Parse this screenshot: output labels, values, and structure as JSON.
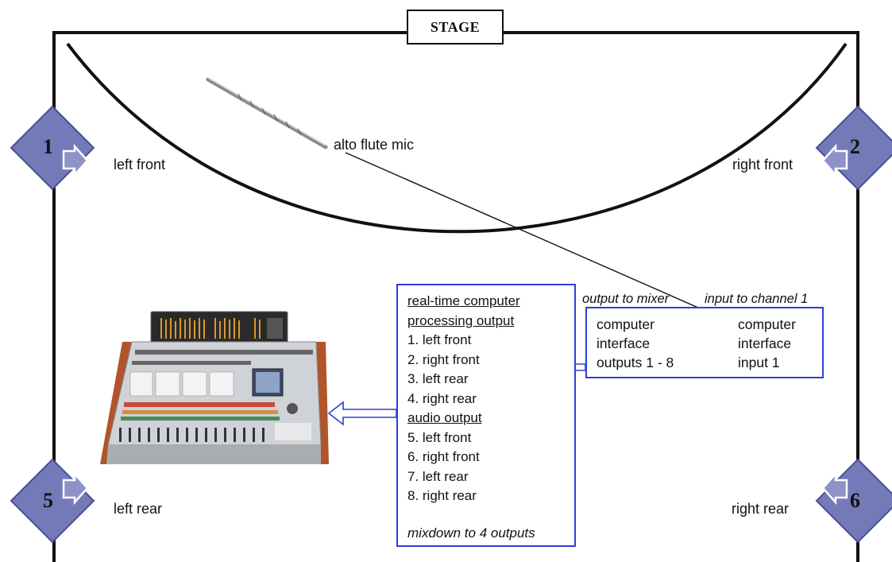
{
  "stage": {
    "label": "STAGE"
  },
  "speakers": [
    {
      "number": "1",
      "label": "left front"
    },
    {
      "number": "2",
      "label": "right front"
    },
    {
      "number": "5",
      "label": "left rear"
    },
    {
      "number": "6",
      "label": "right rear"
    }
  ],
  "mic": {
    "label": "alto flute mic"
  },
  "captions": {
    "output_to_mixer": "output to mixer",
    "input_to_channel": "input to channel 1"
  },
  "interface": {
    "left": [
      "computer",
      "interface",
      "outputs 1 - 8"
    ],
    "right": [
      "computer",
      "interface",
      "input 1"
    ]
  },
  "output_list": {
    "heading1": [
      "real-time computer",
      "processing output"
    ],
    "items1": [
      "1. left front",
      "2. right front",
      "3. left rear",
      "4. right rear"
    ],
    "heading2": "audio output",
    "items2": [
      "5. left front",
      "6. right front",
      "7. left rear",
      "8. right rear"
    ],
    "footer": "mixdown to 4 outputs"
  },
  "colors": {
    "speaker": "#7479b8",
    "speaker_edge": "#4a4f95",
    "panel_border": "#2a3fd6",
    "mixer_wood": "#b0542a"
  }
}
